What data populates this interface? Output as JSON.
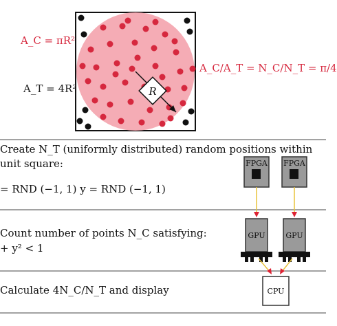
{
  "diagram": {
    "labels": {
      "area_circle": "A_C = πR²",
      "area_square": "A_T = 4R²",
      "ratio": "A_C/A_T = N_C/N_T = π/4",
      "radius": "R"
    },
    "steps": [
      {
        "line1": "Create N_T (uniformly distributed) random positions within",
        "line2": "unit square:",
        "line3": "= RND (−1, 1) y = RND (−1, 1)"
      },
      {
        "line1": "Count number of points N_C satisfying:",
        "line2": "+ y² < 1"
      },
      {
        "line1": "Calculate 4N_C/N_T and display"
      }
    ],
    "hardware": {
      "fpga": [
        "FPGA",
        "FPGA"
      ],
      "gpu": [
        "GPU",
        "GPU"
      ],
      "cpu": "CPU"
    },
    "colors": {
      "circle_fill": "#f4a3ad",
      "red_point": "#d6283e",
      "black_point": "#111111",
      "arrow": "#e8c23a"
    }
  }
}
